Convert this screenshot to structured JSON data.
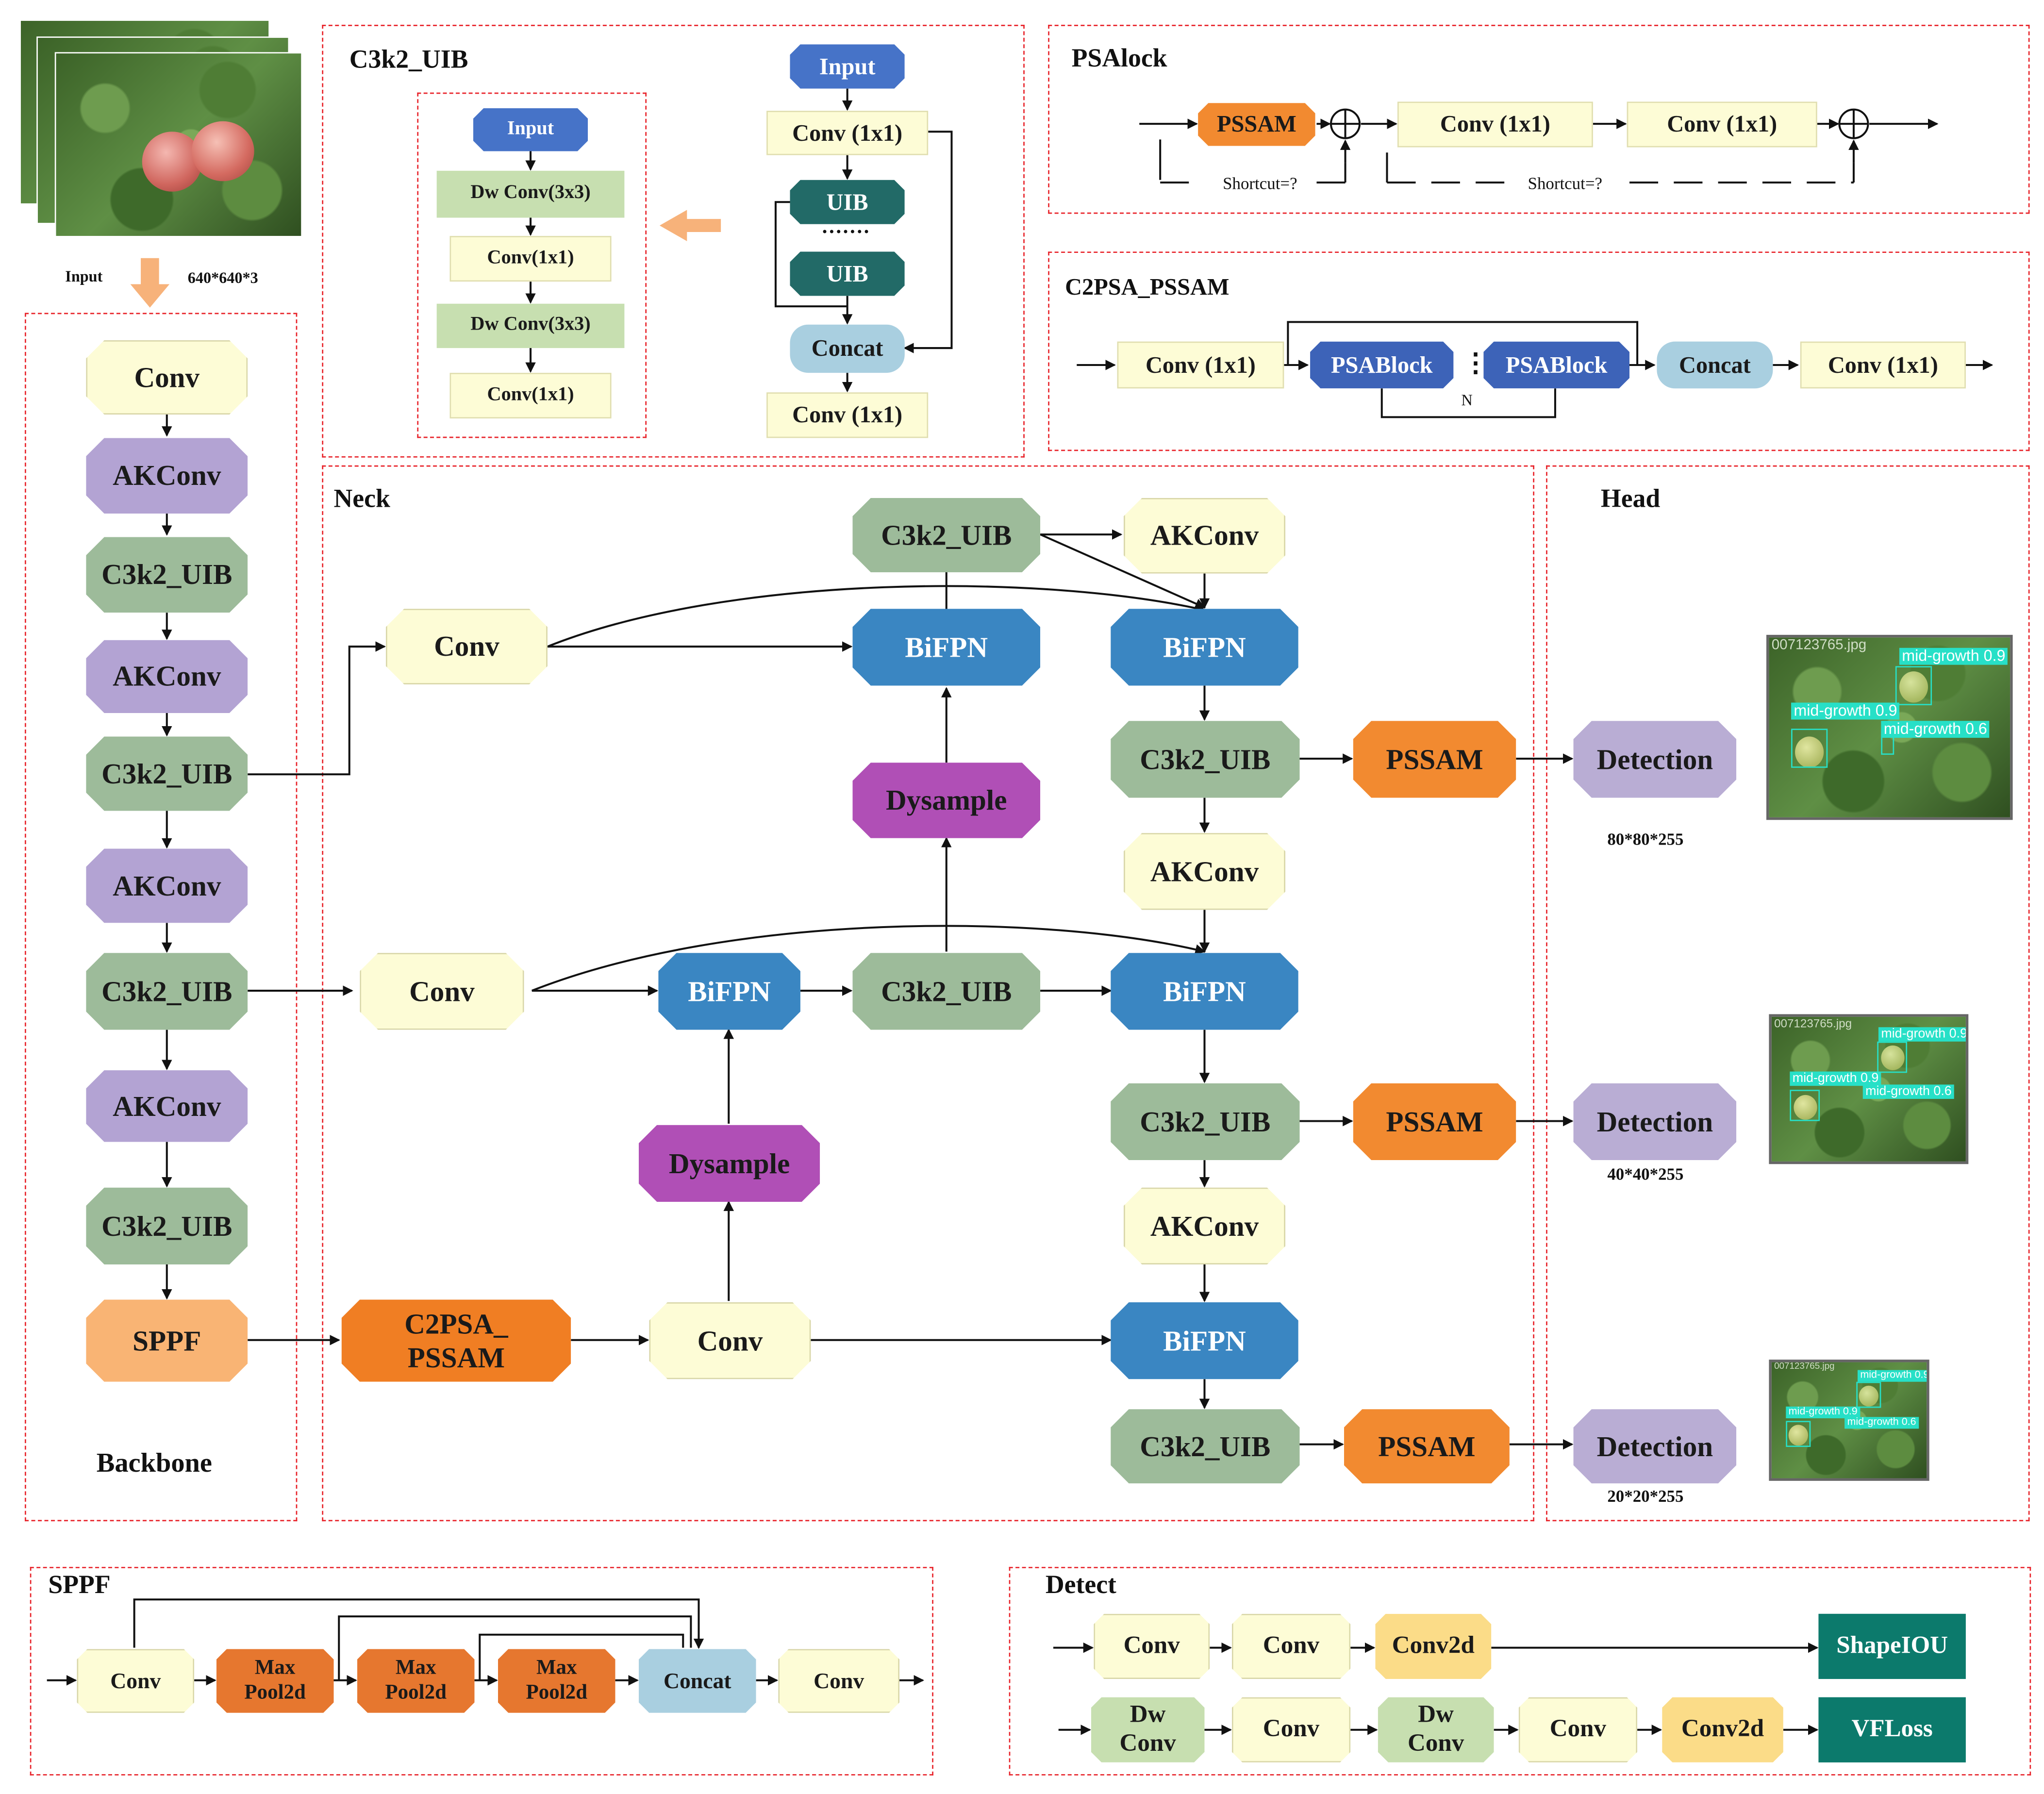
{
  "colors": {
    "conv": "#fdfcd6",
    "akconv": "#b3a3d3",
    "c3k2": "#9dbb9a",
    "sppf": "#f9b474",
    "c2psa": "#f07e23",
    "pssam": "#f28a30",
    "bifpn": "#3a86c2",
    "dysample": "#b04fb6",
    "detection": "#b9add4",
    "uib": "#226a67",
    "input": "#4673c8",
    "psablock": "#3d63b8",
    "concat": "#a9cfe0",
    "dwconv": "#c7dfb0",
    "conv2d": "#fbdc88",
    "loss": "#0c7a6c",
    "maxpool": "#e6772f",
    "frame": "#e8232a",
    "arrow_orange": "#f7b27a"
  },
  "input_area": {
    "label": "Input",
    "size": "640*640*3"
  },
  "backbone": {
    "title": "Backbone",
    "nodes": [
      "Conv",
      "AKConv",
      "C3k2_UIB",
      "AKConv",
      "C3k2_UIB",
      "AKConv",
      "C3k2_UIB",
      "AKConv",
      "C3k2_UIB",
      "SPPF"
    ]
  },
  "c3k2_uib": {
    "title": "C3k2_UIB",
    "inner": [
      "Input",
      "Dw Conv(3x3)",
      "Conv(1x1)",
      "Dw Conv(3x3)",
      "Conv(1x1)"
    ],
    "outer": [
      "Input",
      "Conv (1x1)",
      "UIB",
      "·······",
      "UIB",
      "Concat",
      "Conv (1x1)"
    ]
  },
  "psalock": {
    "title": "PSAlock",
    "nodes": [
      "PSSAM",
      "Conv (1x1)",
      "Conv (1x1)"
    ],
    "shortcut1": "Shortcut=?",
    "shortcut2": "Shortcut=?"
  },
  "c2psa_pssam": {
    "title": "C2PSA_PSSAM",
    "nodes": [
      "Conv (1x1)",
      "PSABlock",
      "PSABlock",
      "Concat",
      "Conv (1x1)"
    ],
    "n_label": "N",
    "dots": "⋮"
  },
  "neck": {
    "title": "Neck",
    "nodes": {
      "conv_top": "Conv",
      "conv_mid": "Conv",
      "c2psa": "C2PSA_\nPSSAM",
      "conv_bot": "Conv",
      "c3k2_top": "C3k2_UIB",
      "akconv_top": "AKConv",
      "bifpn_a": "BiFPN",
      "bifpn_b": "BiFPN",
      "dysample_a": "Dysample",
      "bifpn_c": "BiFPN",
      "c3k2_mid": "C3k2_UIB",
      "bifpn_d": "BiFPN",
      "dysample_b": "Dysample",
      "c3k2_r1": "C3k2_UIB",
      "pssam_1": "PSSAM",
      "akconv_r1": "AKConv",
      "c3k2_r2": "C3k2_UIB",
      "pssam_2": "PSSAM",
      "akconv_r2": "AKConv",
      "bifpn_e": "BiFPN",
      "c3k2_r3": "C3k2_UIB",
      "pssam_3": "PSSAM"
    }
  },
  "head": {
    "title": "Head",
    "outputs": [
      {
        "label": "Detection",
        "size": "80*80*255"
      },
      {
        "label": "Detection",
        "size": "40*40*255"
      },
      {
        "label": "Detection",
        "size": "20*20*255"
      }
    ],
    "image_filename": "007123765.jpg",
    "detections": [
      "mid-growth 0.9",
      "mid-growth 0.9",
      "mid-growth 0.6"
    ]
  },
  "sppf": {
    "title": "SPPF",
    "nodes": [
      "Conv",
      "Max\nPool2d",
      "Max\nPool2d",
      "Max\nPool2d",
      "Concat",
      "Conv"
    ]
  },
  "detect": {
    "title": "Detect",
    "row1": [
      "Conv",
      "Conv",
      "Conv2d",
      "ShapeIOU"
    ],
    "row2": [
      "Dw\nConv",
      "Conv",
      "Dw\nConv",
      "Conv",
      "Conv2d",
      "VFLoss"
    ]
  }
}
